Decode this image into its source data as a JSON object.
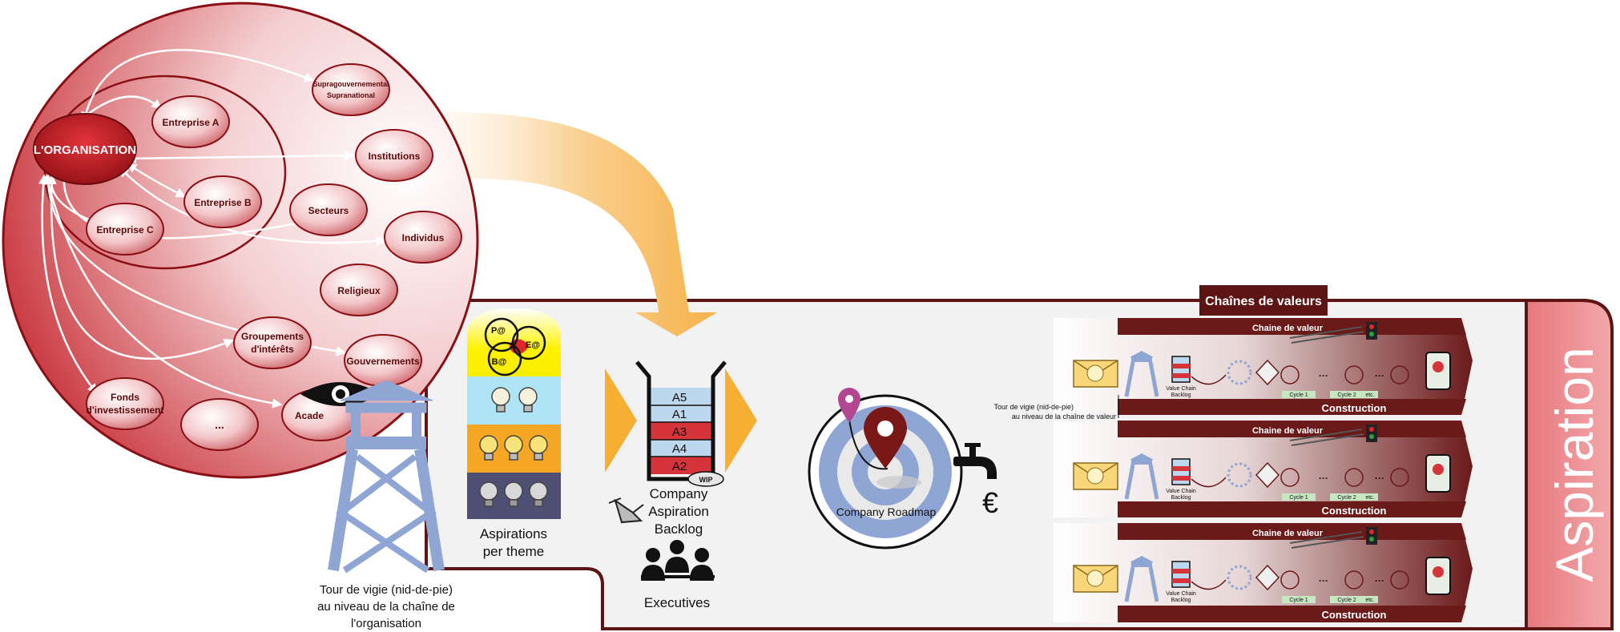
{
  "ecosystem": {
    "organisation": "L'ORGANISATION",
    "entities": [
      "Supragouvernemental",
      "Supranational",
      "Entreprise A",
      "Institutions",
      "Entreprise B",
      "Secteurs",
      "Entreprise C",
      "Individus",
      "Religieux",
      "Groupements",
      "d'intérêts",
      "Gouvernements",
      "Fonds",
      "d'investissement",
      "...",
      "Acade"
    ]
  },
  "watchtower_org": {
    "line1": "Tour de vigie (nid-de-pie)",
    "line2": "au niveau de la chaîne de",
    "line3": "l'organisation"
  },
  "aspirations": {
    "venn": [
      "P@",
      "E@",
      "B@"
    ],
    "label1": "Aspirations",
    "label2": "per theme"
  },
  "backlog": {
    "items": [
      "A5",
      "A1",
      "A3",
      "A4",
      "A2"
    ],
    "wip": "WIP",
    "label1": "Company",
    "label2": "Aspiration",
    "label3": "Backlog"
  },
  "executives": "Executives",
  "roadmap": "Company Roadmap",
  "euro": "€",
  "value_chains": {
    "header": "Chaînes de valeurs",
    "rows": [
      {
        "title": "Chaine de valeur",
        "backlog1": "Value Chain",
        "backlog2": "Backlog",
        "cycle1": "Cycle 1",
        "cycle2": "Cycle 2",
        "etc": "etc.",
        "construction": "Construction"
      },
      {
        "title": "Chaine de valeur",
        "backlog1": "Value Chain",
        "backlog2": "Backlog",
        "cycle1": "Cycle 1",
        "cycle2": "Cycle 2",
        "etc": "etc.",
        "construction": "Construction"
      },
      {
        "title": "Chaine de valeur",
        "backlog1": "Value Chain",
        "backlog2": "Backlog",
        "cycle1": "Cycle 1",
        "cycle2": "Cycle 2",
        "etc": "etc.",
        "construction": "Construction"
      }
    ],
    "tower_note1": "Tour de vigie (nid-de-pie)",
    "tower_note2": "au niveau de la chaîne de valeur"
  },
  "side_title": "Aspiration",
  "colors": {
    "dark_red": "#5c1414",
    "crimson": "#a81c22",
    "pink": "#e88a8e",
    "tower_blue": "#8fa6d4",
    "orange": "#f6ae33"
  }
}
